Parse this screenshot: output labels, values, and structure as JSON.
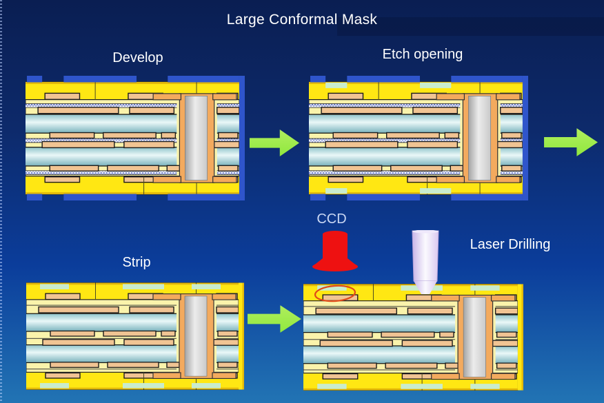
{
  "title": "Large Conformal Mask",
  "stages": [
    {
      "id": "develop",
      "label": "Develop"
    },
    {
      "id": "etch",
      "label": "Etch opening"
    },
    {
      "id": "strip",
      "label": "Strip"
    },
    {
      "id": "laser",
      "label": "Laser Drilling"
    }
  ],
  "annotations": {
    "ccd_label": "CCD"
  },
  "icons": [
    "arrow-right-icon",
    "ccd-camera-icon",
    "laser-beam-icon",
    "target-annotation-ellipse"
  ],
  "colors": {
    "background_top": "#0a1e52",
    "background_bottom": "#2274b4",
    "mask_blue": "#2f55cb",
    "opening_mint": "#c9eccd",
    "resist_yellow": "#ffe713",
    "resist_gold_edge": "#e3b90a",
    "dielectric_pale": "#faf3ab",
    "core_teal": "#93c6cd",
    "pad_tan": "#f1c493",
    "via_gray": "#c9c9c9",
    "copper_ring": "#f3aa5e",
    "arrow_green": "#90e83e",
    "ccd_red": "#ee1111",
    "laser_purple": "#d9c8f0",
    "annotation_red": "#e04818",
    "text_white": "#ffffff"
  }
}
